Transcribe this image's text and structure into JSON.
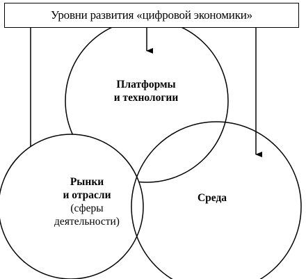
{
  "diagram": {
    "title": "Уровни развития «цифровой экономики»",
    "nodes": {
      "platforms": {
        "line1": "Платформы",
        "line2": "и технологии"
      },
      "markets": {
        "line1": "Рынки",
        "line2": "и отрасли",
        "line3": "(сферы",
        "line4": "деятельности)"
      },
      "environment": {
        "line1": "Среда"
      }
    },
    "colors": {
      "stroke": "#000000",
      "background": "#ffffff"
    }
  }
}
